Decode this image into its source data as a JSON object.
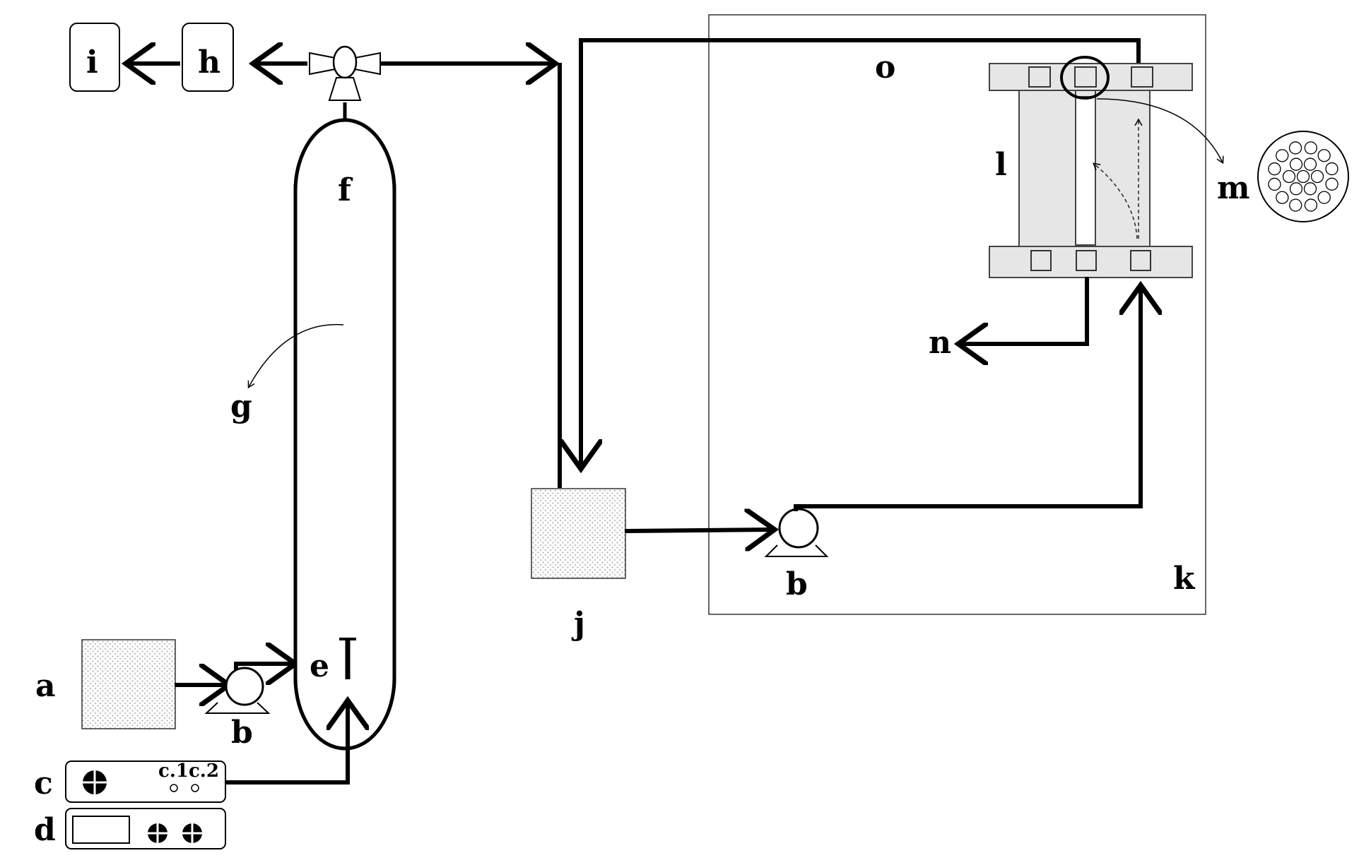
{
  "labels": {
    "a": "a",
    "b_feed_pump": "b",
    "c": "c",
    "c_ports": "c.1c.2",
    "d": "d",
    "e": "e",
    "f": "f",
    "g": "g",
    "h": "h",
    "i": "i",
    "j": "j",
    "k": "k",
    "b_recirc_pump": "b",
    "l": "l",
    "m": "m",
    "n": "n",
    "o": "o"
  },
  "icons": {
    "pump": "pump-icon",
    "valve": "three-way-valve-icon",
    "knob": "crosshair-knob-icon",
    "membrane_cross_section": "fiber-bundle-icon"
  },
  "colors": {
    "line": "#000000",
    "module_fill": "#e6e6e6",
    "packing_fill": "#e2e2e2",
    "stipple": "#9a9a9a"
  }
}
